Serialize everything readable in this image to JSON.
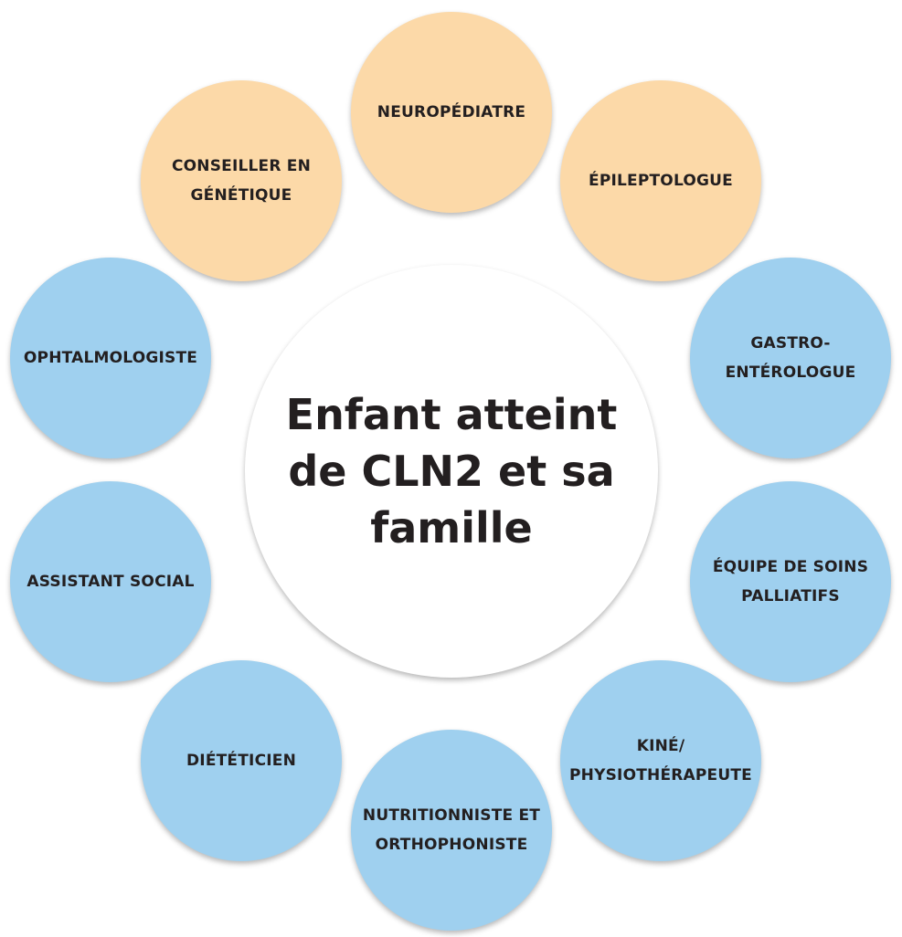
{
  "colors": {
    "center": "#fbc27a",
    "peach": "#fcd9a8",
    "blue": "#9fd0ef",
    "text": "#231f20"
  },
  "center": {
    "label": "Enfant atteint\nde CLN2 et sa\nfamille"
  },
  "nodes": [
    {
      "label": "NEUROPÉDIATRE",
      "color": "peach"
    },
    {
      "label": "ÉPILEPTOLOGUE",
      "color": "peach"
    },
    {
      "label": "GASTRO-\nENTÉROLOGUE",
      "color": "blue"
    },
    {
      "label": "ÉQUIPE DE SOINS\nPALLIATIFS",
      "color": "blue"
    },
    {
      "label": "KINÉ/\nPHYSIOTHÉRAPEUTE",
      "color": "blue"
    },
    {
      "label": "NUTRITIONNISTE ET\nORTHOPHONISTE",
      "color": "blue"
    },
    {
      "label": "DIÉTÉTICIEN",
      "color": "blue"
    },
    {
      "label": "ASSISTANT SOCIAL",
      "color": "blue"
    },
    {
      "label": "OPHTALMOLOGISTE",
      "color": "blue"
    },
    {
      "label": "CONSEILLER EN\nGÉNÉTIQUE",
      "color": "peach"
    }
  ]
}
